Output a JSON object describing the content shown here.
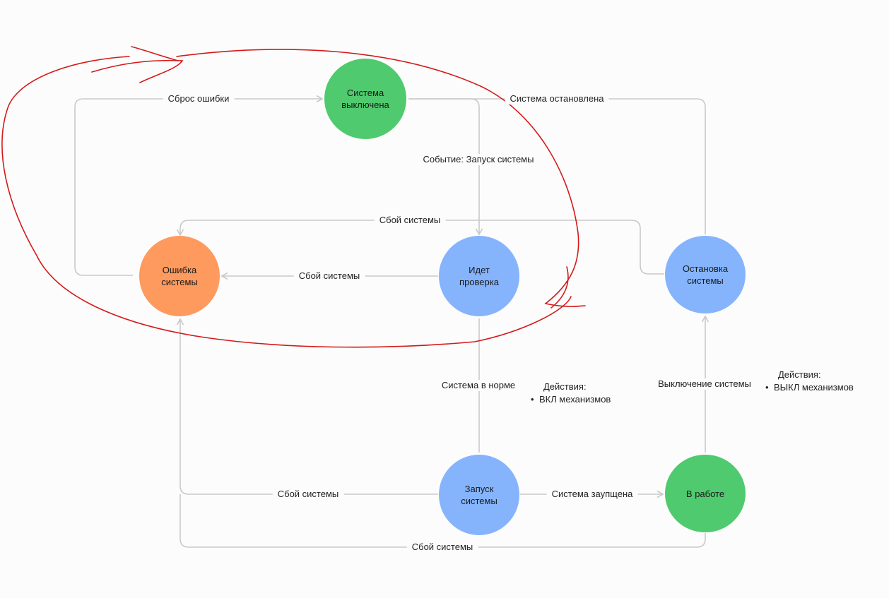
{
  "colors": {
    "edge": "#c9c9c9",
    "green": "#4fca6e",
    "orange": "#fe9a5e",
    "blue": "#85b4fd",
    "annotation": "#d41a1a"
  },
  "nodes": {
    "off": {
      "line1": "Система",
      "line2": "выключена",
      "color": "green"
    },
    "error": {
      "line1": "Ошибка",
      "line2": "системы",
      "color": "orange"
    },
    "check": {
      "line1": "Идет",
      "line2": "проверка",
      "color": "blue"
    },
    "stopping": {
      "line1": "Остановка",
      "line2": "системы",
      "color": "blue"
    },
    "start": {
      "line1": "Запуск",
      "line2": "системы",
      "color": "blue"
    },
    "running": {
      "line1": "В работе",
      "line2": "",
      "color": "green"
    }
  },
  "edges": {
    "reset_error": "Сброс ошибки",
    "system_stopped": "Система остановлена",
    "event_start": "Событие: Запуск системы",
    "failure_top": "Сбой системы",
    "failure_check": "Сбой системы",
    "system_ok": "Система в норме",
    "system_shutdown": "Выключение системы",
    "failure_start": "Сбой системы",
    "system_started": "Система заупщена",
    "failure_bottom": "Сбой системы"
  },
  "notes": {
    "on": {
      "title": "Действия:",
      "items": [
        "ВКЛ  механизмов"
      ]
    },
    "off": {
      "title": "Действия:",
      "items": [
        "ВЫКЛ  механизмов"
      ]
    }
  }
}
